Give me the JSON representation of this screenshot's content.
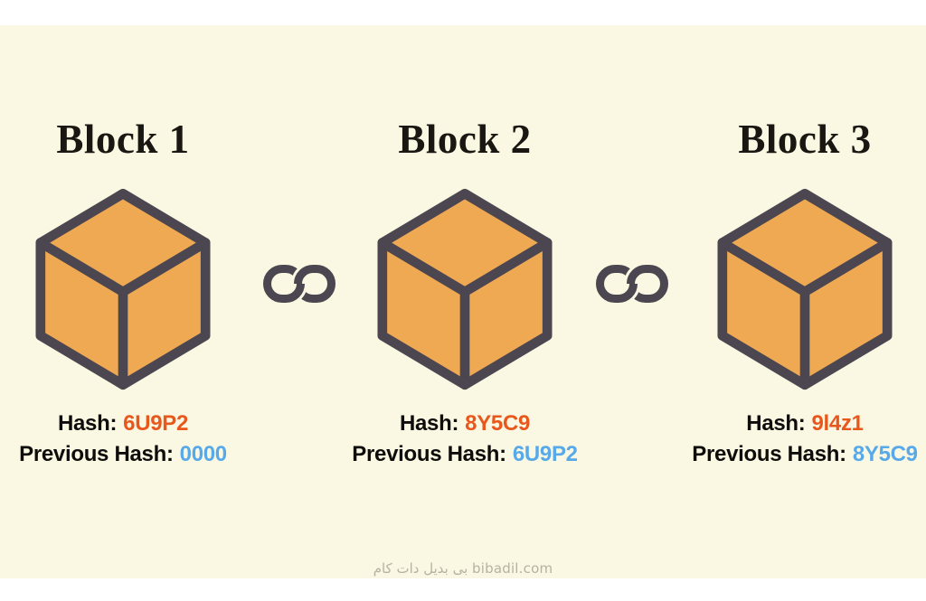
{
  "colors": {
    "page_bg": "#ffffff",
    "panel_bg": "#faf8e2",
    "cube_fill": "#efa953",
    "outline": "#4b4650",
    "title_text": "#1a1713",
    "label_text": "#0f0d0b",
    "hash_value_color": "#e8581d",
    "prev_hash_value_color": "#57a9e9",
    "watermark_color": "#b5b2a2"
  },
  "blocks": [
    {
      "title": "Block 1",
      "hash_label": "Hash:",
      "hash_value": "6U9P2",
      "prev_label": "Previous Hash:",
      "prev_value": "0000"
    },
    {
      "title": "Block 2",
      "hash_label": "Hash:",
      "hash_value": "8Y5C9",
      "prev_label": "Previous Hash:",
      "prev_value": "6U9P2"
    },
    {
      "title": "Block 3",
      "hash_label": "Hash:",
      "hash_value": "9l4z1",
      "prev_label": "Previous Hash:",
      "prev_value": "8Y5C9"
    }
  ],
  "icons": {
    "cube": "isometric-cube-icon",
    "chain": "chain-link-icon"
  },
  "watermark": {
    "text": "بی بدیل دات کام bibadil.com"
  }
}
